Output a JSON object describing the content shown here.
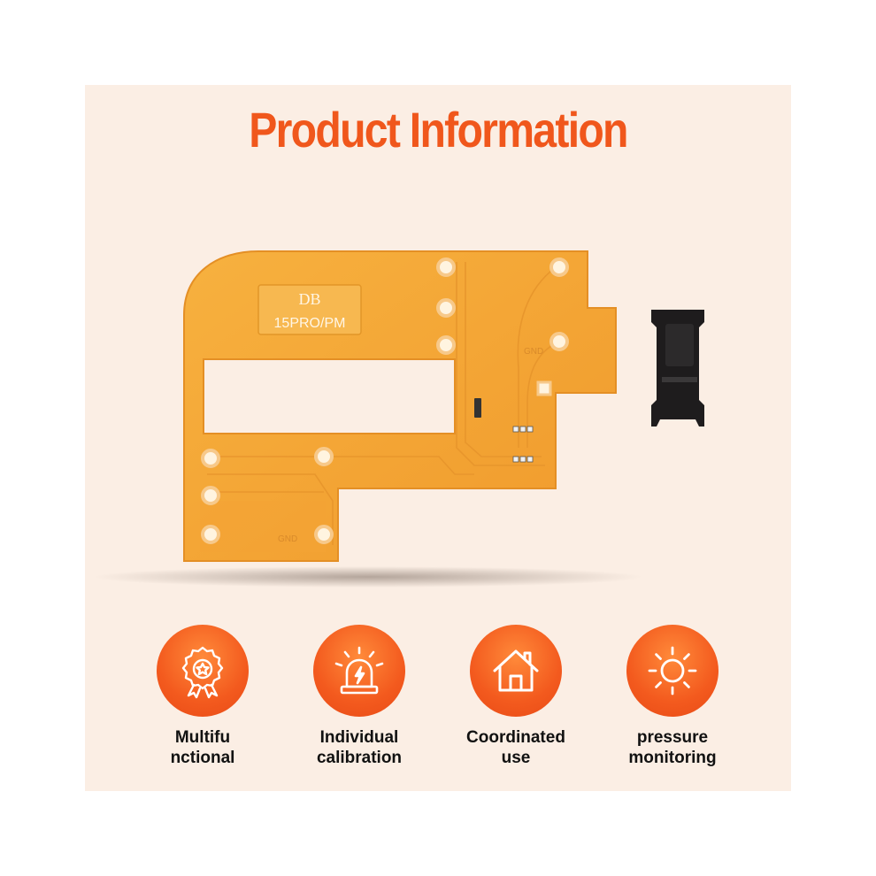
{
  "title": "Product Information",
  "board": {
    "label_line1": "DB",
    "label_line2": "15PRO/PM",
    "gnd_right": "GND",
    "gnd_bottom": "GND"
  },
  "features": [
    {
      "icon": "award-ribbon-icon",
      "line1": "Multifu",
      "line2": "nctional"
    },
    {
      "icon": "alarm-light-icon",
      "line1": "Individual",
      "line2": "calibration"
    },
    {
      "icon": "home-icon",
      "line1": "Coordinated",
      "line2": "use"
    },
    {
      "icon": "sun-icon",
      "line1": "pressure",
      "line2": "monitoring"
    }
  ],
  "colors": {
    "accent": "#f0571c",
    "background": "#fbeee4",
    "board": "#f4a93a"
  }
}
